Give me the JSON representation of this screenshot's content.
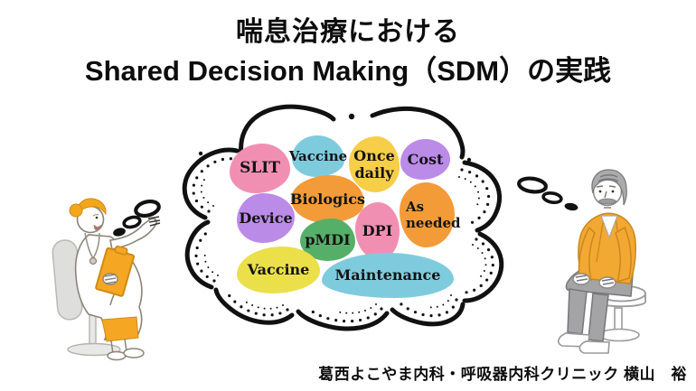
{
  "title": {
    "line1": "喘息治療における",
    "line2": "Shared Decision Making（SDM）の実践"
  },
  "cloud": {
    "description": "thought-cloud of asthma treatment decision topics",
    "blobs": [
      {
        "label": "SLIT",
        "color": "#F18FB2"
      },
      {
        "label": "Vaccine",
        "color": "#7FCBDE"
      },
      {
        "label": "Once daily",
        "color": "#F6CE47"
      },
      {
        "label": "Cost",
        "color": "#BB8BE8"
      },
      {
        "label": "Biologics",
        "color": "#F29B38"
      },
      {
        "label": "Device",
        "color": "#BB8BE8"
      },
      {
        "label": "pMDI",
        "color": "#56AF68"
      },
      {
        "label": "DPI",
        "color": "#F18FB2"
      },
      {
        "label": "As needed",
        "color": "#F29B38"
      },
      {
        "label": "Vaccine",
        "color": "#EBE04A"
      },
      {
        "label": "Maintenance",
        "color": "#7FCBDE"
      }
    ]
  },
  "illustrations": {
    "left": "doctor-with-clipboard-icon",
    "right": "elderly-patient-icon"
  },
  "footer": {
    "credit": "葛西よこやま内科・呼吸器内科クリニック 横山　裕"
  }
}
